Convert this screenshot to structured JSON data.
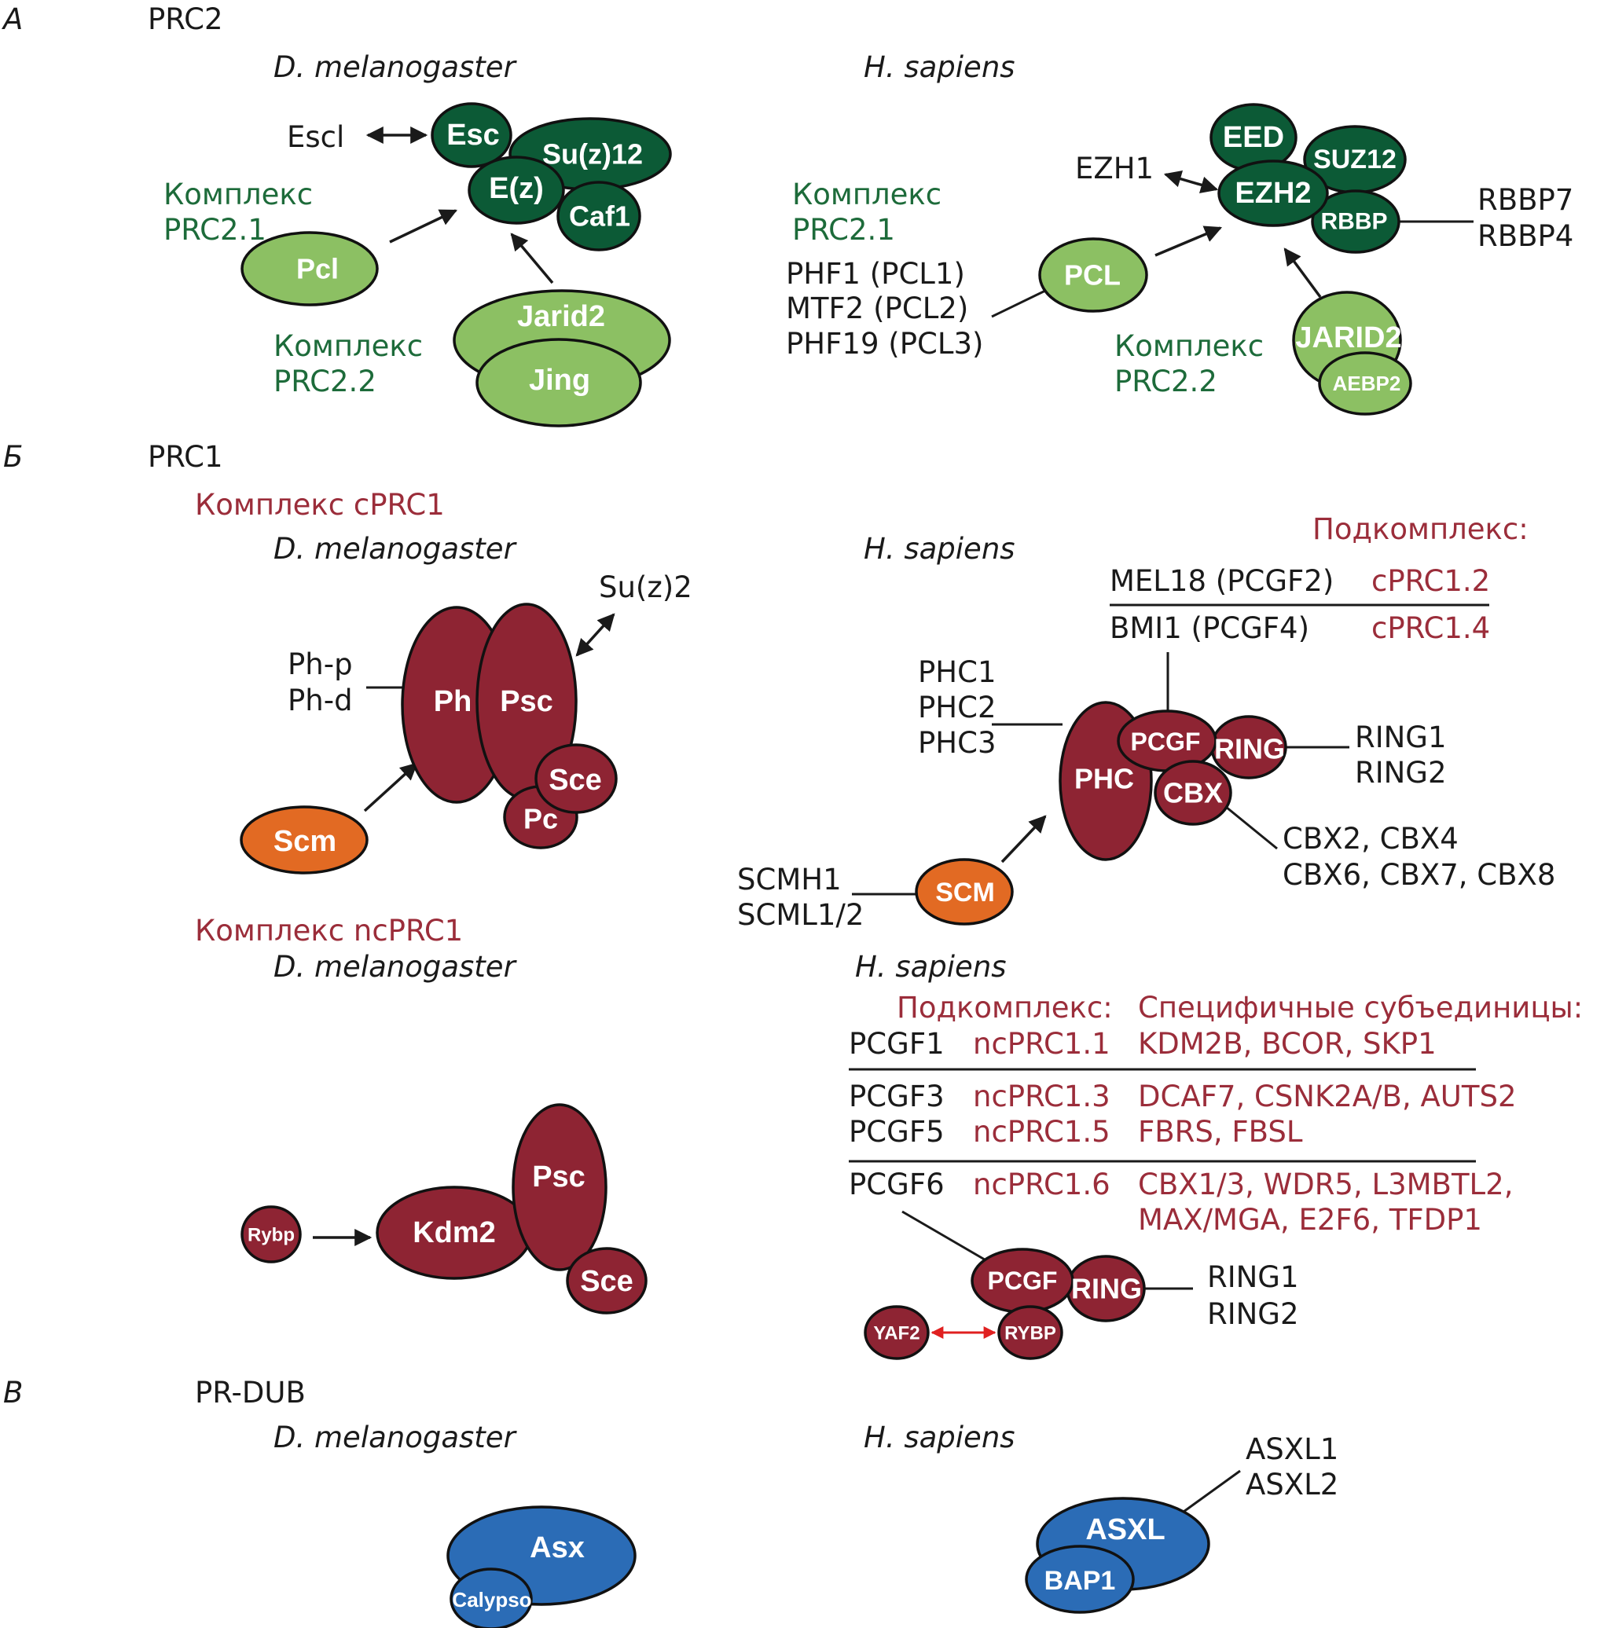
{
  "colors": {
    "dark_green": "#0c5a36",
    "light_green": "#8cc063",
    "crimson": "#8e2433",
    "orange": "#e26a23",
    "blue": "#2b6cb6",
    "text_green": "#1d6b3a",
    "text_red": "#9b2d3a",
    "red_arrow": "#e02020"
  },
  "panel_a": {
    "letter": "A",
    "title": "PRC2",
    "dm": {
      "species": "D. melanogaster",
      "escl": "Escl",
      "esc": "Esc",
      "suz12": "Su(z)12",
      "ez": "E(z)",
      "caf1": "Caf1",
      "pcl": "Pcl",
      "jarid2": "Jarid2",
      "jing": "Jing",
      "complex1_line1": "Комплекс",
      "complex1_line2": "PRC2.1",
      "complex2_line1": "Комплекс",
      "complex2_line2": "PRC2.2"
    },
    "hs": {
      "species": "H. sapiens",
      "ezh1": "EZH1",
      "eed": "EED",
      "suz12": "SUZ12",
      "ezh2": "EZH2",
      "rbbp": "RBBP",
      "rbbp7": "RBBP7",
      "rbbp4": "RBBP4",
      "pcl": "PCL",
      "phf1": "PHF1 (PCL1)",
      "mtf2": "MTF2 (PCL2)",
      "phf19": "PHF19 (PCL3)",
      "jarid2": "JARID2",
      "aebp2": "AEBP2",
      "complex1_line1": "Комплекс",
      "complex1_line2": "PRC2.1",
      "complex2_line1": "Комплекс",
      "complex2_line2": "PRC2.2"
    }
  },
  "panel_b": {
    "letter": "Б",
    "title": "PRC1",
    "cprc1_heading": "Комплекс cPRC1",
    "dm": {
      "species": "D. melanogaster",
      "suz2": "Su(z)2",
      "php": "Ph-p",
      "phd": "Ph-d",
      "ph": "Ph",
      "psc": "Psc",
      "sce": "Sce",
      "pc": "Pc",
      "scm": "Scm"
    },
    "hs": {
      "species": "H. sapiens",
      "subcomplex_heading": "Подкомплекс:",
      "mel18": "MEL18 (PCGF2)",
      "cprc12": "cPRC1.2",
      "bmi1": "BMI1 (PCGF4)",
      "cprc14": "cPRC1.4",
      "phc1": "PHC1",
      "phc2": "PHC2",
      "phc3": "PHC3",
      "phc": "PHC",
      "pcgf": "PCGF",
      "ring": "RING",
      "cbx": "CBX",
      "ring1": "RING1",
      "ring2": "RING2",
      "cbx_line1": "CBX2, CBX4",
      "cbx_line2": "CBX6, CBX7, CBX8",
      "scmh1": "SCMH1",
      "scml": "SCML1/2",
      "scm": "SCM"
    },
    "ncprc1_heading": "Комплекс ncPRC1",
    "nc_dm": {
      "species": "D. melanogaster",
      "rybp": "Rybp",
      "kdm2": "Kdm2",
      "psc": "Psc",
      "sce": "Sce"
    },
    "nc_hs": {
      "species": "H. sapiens",
      "col_subcomplex": "Подкомплекс:",
      "col_subunits": "Специфичные субъединицы:",
      "rows": [
        {
          "pcgf": "PCGF1",
          "sub": "ncPRC1.1",
          "units": "KDM2B, BCOR, SKP1"
        },
        {
          "pcgf": "PCGF3",
          "sub": "ncPRC1.3",
          "units": "DCAF7, CSNK2A/B, AUTS2"
        },
        {
          "pcgf": "PCGF5",
          "sub": "ncPRC1.5",
          "units": "FBRS, FBSL"
        },
        {
          "pcgf": "PCGF6",
          "sub": "ncPRC1.6",
          "units": "CBX1/3, WDR5, L3MBTL2,"
        }
      ],
      "row4_cont": "MAX/MGA, E2F6, TFDP1",
      "pcgf": "PCGF",
      "ring": "RING",
      "ring1": "RING1",
      "ring2": "RING2",
      "yaf2": "YAF2",
      "rybp": "RYBP"
    }
  },
  "panel_c": {
    "letter": "В",
    "title": "PR-DUB",
    "dm": {
      "species": "D. melanogaster",
      "asx": "Asx",
      "calypso": "Calypso"
    },
    "hs": {
      "species": "H. sapiens",
      "asxl": "ASXL",
      "bap1": "BAP1",
      "asxl1": "ASXL1",
      "asxl2": "ASXL2"
    }
  }
}
